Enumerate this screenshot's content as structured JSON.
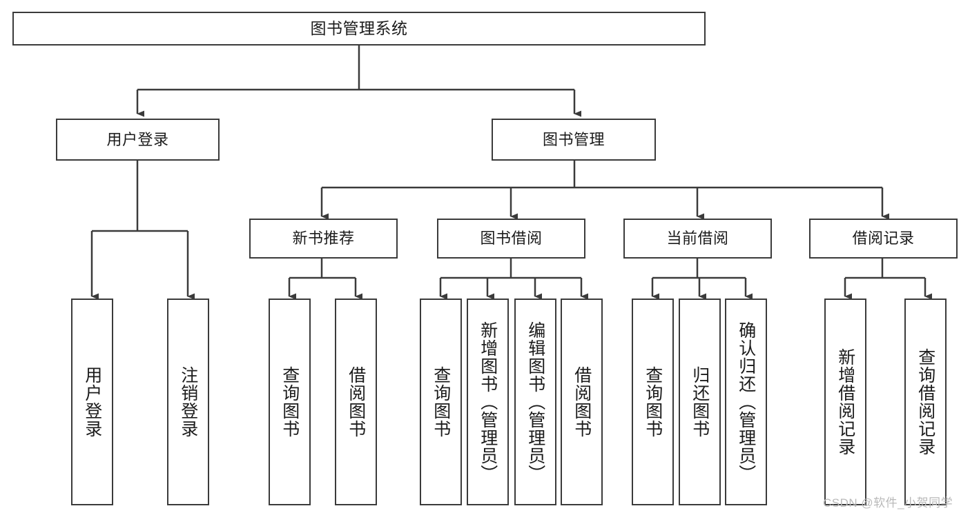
{
  "diagram": {
    "title": "图书管理系统",
    "root": {
      "label": "图书管理系统"
    },
    "level1": [
      {
        "label": "用户登录"
      },
      {
        "label": "图书管理"
      }
    ],
    "level2": [
      {
        "label": "新书推荐"
      },
      {
        "label": "图书借阅"
      },
      {
        "label": "当前借阅"
      },
      {
        "label": "借阅记录"
      }
    ],
    "leaves": {
      "user_login": [
        {
          "label": "用户登录"
        },
        {
          "label": "注销登录"
        }
      ],
      "new_book_recommend": [
        {
          "label": "查询图书"
        },
        {
          "label": "借阅图书"
        }
      ],
      "book_borrow": [
        {
          "label": "查询图书"
        },
        {
          "label": "新增图书（管理员）"
        },
        {
          "label": "编辑图书（管理员）"
        },
        {
          "label": "借阅图书"
        }
      ],
      "current_borrow": [
        {
          "label": "查询图书"
        },
        {
          "label": "归还图书"
        },
        {
          "label": "确认归还（管理员）"
        }
      ],
      "borrow_record": [
        {
          "label": "新增借阅记录"
        },
        {
          "label": "查询借阅记录"
        }
      ]
    }
  },
  "watermark": {
    "text": "CSDN @软件_小贺同学"
  },
  "colors": {
    "stroke": "#3a3a3a",
    "text": "#1b1b1b",
    "background": "#ffffff",
    "watermark": "#b9b9b9"
  }
}
